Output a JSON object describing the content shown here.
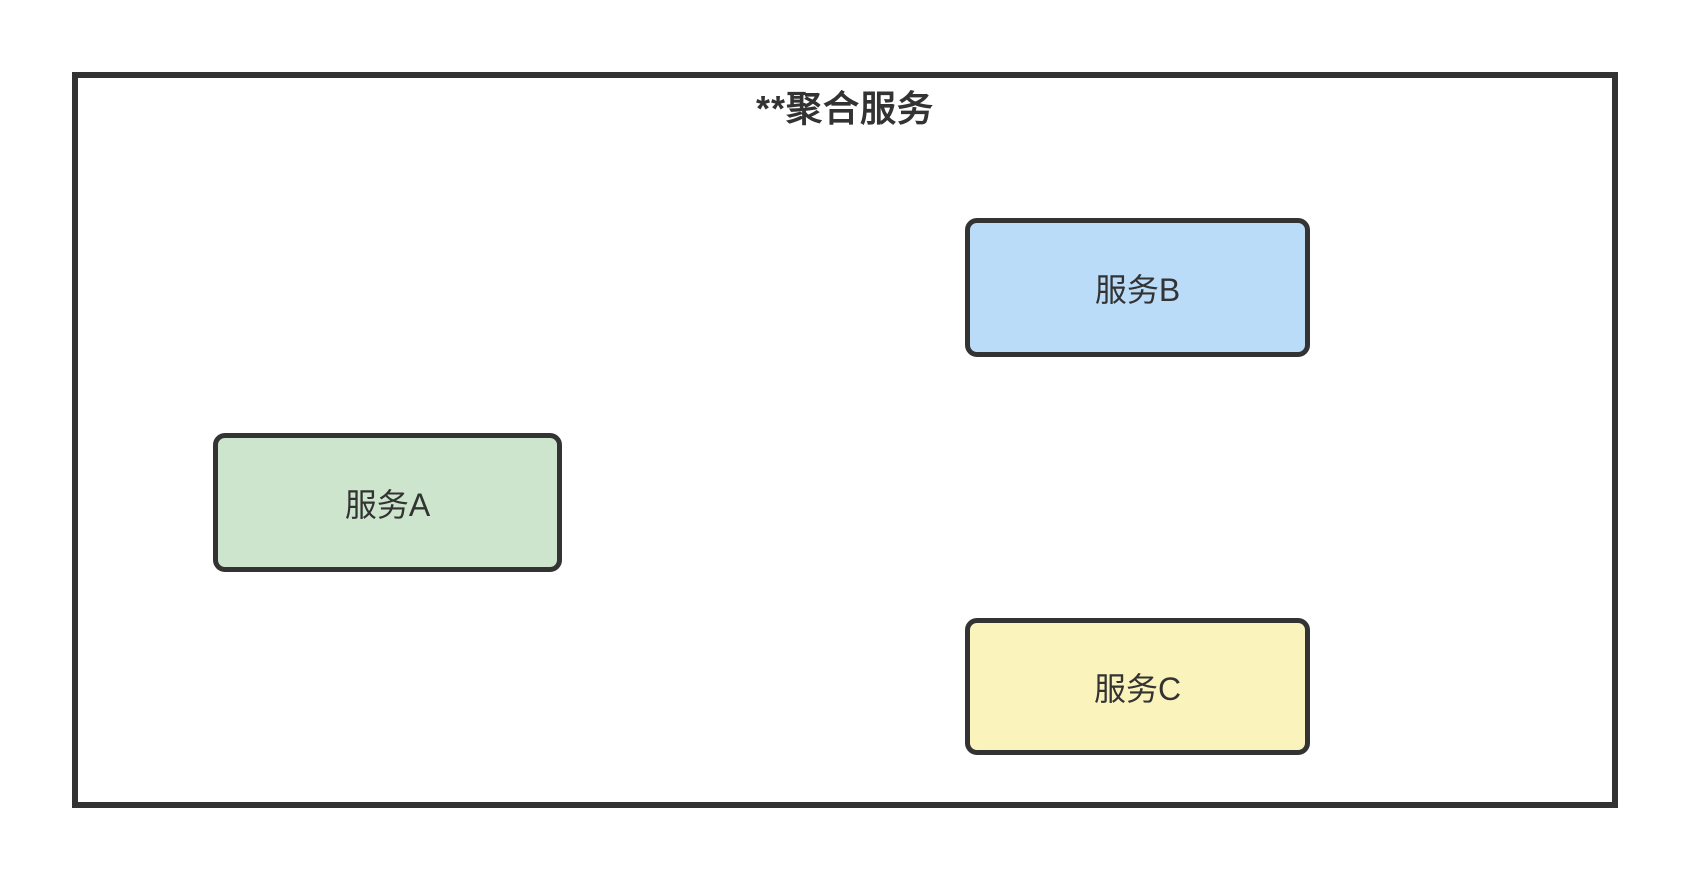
{
  "diagram": {
    "title": "**聚合服务",
    "nodes": [
      {
        "id": "service-a",
        "label": "服务A",
        "fill": "#CDE5CD"
      },
      {
        "id": "service-b",
        "label": "服务B",
        "fill": "#BBDCF8"
      },
      {
        "id": "service-c",
        "label": "服务C",
        "fill": "#FAF3BC"
      }
    ],
    "colors": {
      "stroke": "#333333",
      "text": "#333333",
      "background": "#FFFFFF"
    }
  }
}
